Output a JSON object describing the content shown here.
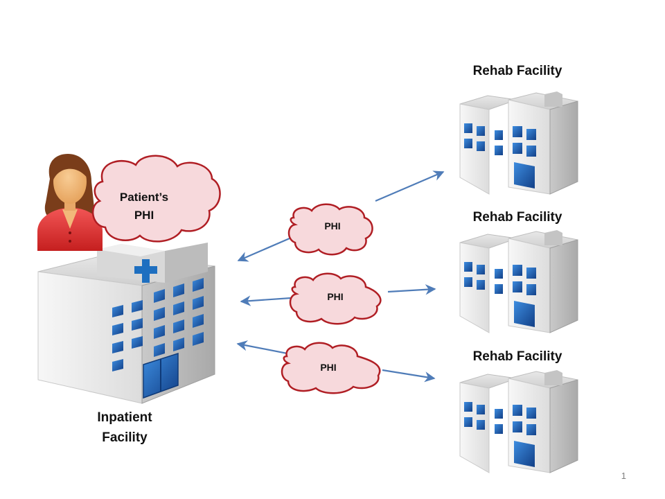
{
  "patient": {
    "thought_line1": "Patient’s",
    "thought_line2": "PHI"
  },
  "inpatient": {
    "label_line1": "Inpatient",
    "label_line2": "Facility"
  },
  "rehab_facilities": [
    {
      "label": "Rehab Facility"
    },
    {
      "label": "Rehab Facility"
    },
    {
      "label": "Rehab Facility"
    }
  ],
  "phi_clouds": [
    {
      "label": "PHI"
    },
    {
      "label": "PHI"
    },
    {
      "label": "PHI"
    }
  ],
  "colors": {
    "cloud_fill": "#f7d9dc",
    "cloud_stroke": "#b01e24",
    "arrow": "#4f7cb8",
    "window": "#1e6fc0",
    "cross": "#1e6fc0",
    "patient_shirt": "#e23a3a",
    "patient_hair": "#7a3d1a",
    "patient_skin": "#f2b97a"
  },
  "slide_number": "1"
}
